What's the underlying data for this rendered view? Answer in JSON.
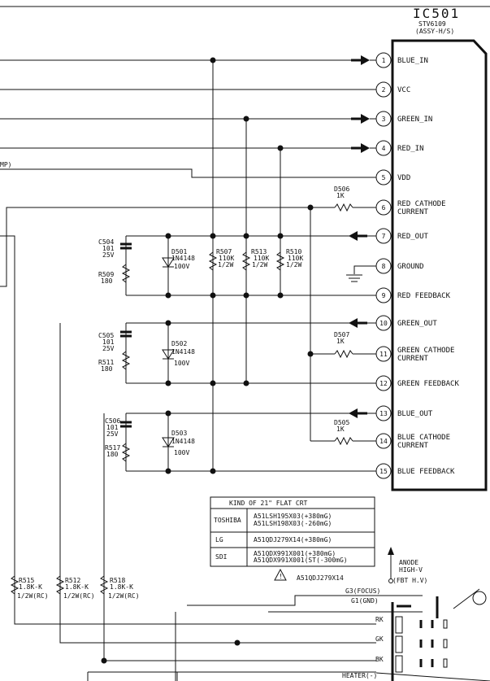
{
  "ic": {
    "ref": "IC501",
    "part": "STV6109",
    "assy": "(ASSY-H/S)"
  },
  "pins": [
    {
      "num": "1",
      "label": "BLUE_IN"
    },
    {
      "num": "2",
      "label": "VCC"
    },
    {
      "num": "3",
      "label": "GREEN_IN"
    },
    {
      "num": "4",
      "label": "RED_IN"
    },
    {
      "num": "5",
      "label": "VDD"
    },
    {
      "num": "6",
      "label": "RED CATHODE",
      "label2": "CURRENT"
    },
    {
      "num": "7",
      "label": "RED_OUT"
    },
    {
      "num": "8",
      "label": "GROUND"
    },
    {
      "num": "9",
      "label": "RED FEEDBACK"
    },
    {
      "num": "10",
      "label": "GREEN_OUT"
    },
    {
      "num": "11",
      "label": "GREEN CATHODE",
      "label2": "CURRENT"
    },
    {
      "num": "12",
      "label": "GREEN FEEDBACK"
    },
    {
      "num": "13",
      "label": "BLUE_OUT"
    },
    {
      "num": "14",
      "label": "BLUE CATHODE",
      "label2": "CURRENT"
    },
    {
      "num": "15",
      "label": "BLUE FEEDBACK"
    }
  ],
  "partial_left_label": "MP)",
  "components": {
    "c504": [
      "C504",
      "101",
      "25V"
    ],
    "c505": [
      "C505",
      "101",
      "25V"
    ],
    "c506": [
      "C506",
      "101",
      "25V"
    ],
    "r509": [
      "R509",
      "180"
    ],
    "r511": [
      "R511",
      "180"
    ],
    "r517": [
      "R517",
      "180"
    ],
    "d501": [
      "D501",
      "1N4148",
      "100V"
    ],
    "d502": [
      "D502",
      "1N4148",
      "100V"
    ],
    "d503": [
      "D503",
      "1N4148",
      "100V"
    ],
    "r507": [
      "R507",
      "110K",
      "1/2W"
    ],
    "r513": [
      "R513",
      "110K",
      "1/2W"
    ],
    "r510": [
      "R510",
      "110K",
      "1/2W"
    ],
    "d506": [
      "D506",
      "1K"
    ],
    "d507": [
      "D507",
      "1K"
    ],
    "d505": [
      "D505",
      "1K"
    ],
    "r515": [
      "R515",
      "1.8K-K",
      "1/2W(RC)"
    ],
    "r512": [
      "R512",
      "1.8K-K",
      "1/2W(RC)"
    ],
    "r518": [
      "R518",
      "1.8K-K",
      "1/2W(RC)"
    ]
  },
  "crt_table": {
    "title": "KIND OF 21\" FLAT CRT",
    "rows": [
      {
        "maker": "TOSHIBA",
        "parts": [
          "A51LSH195X03(+380mG)",
          "A51LSH198X03(-260mG)"
        ]
      },
      {
        "maker": "LG",
        "parts": [
          "A51QDJ279X14(+380mG)"
        ]
      },
      {
        "maker": "SDI",
        "parts": [
          "A51QDX991X001(+380mG)",
          "A51QDX991X001(ST(-300mG)"
        ]
      }
    ]
  },
  "warning_part": "A51QDJ279X14",
  "anode": [
    "ANODE",
    "HIGH-V",
    "(FBT H.V)"
  ],
  "crt_pins": {
    "g3": "G3(FOCUS)",
    "g1": "G1(GND)",
    "rk": "RK",
    "gk": "GK",
    "bk": "BK",
    "heater": "HEATER(-)"
  }
}
